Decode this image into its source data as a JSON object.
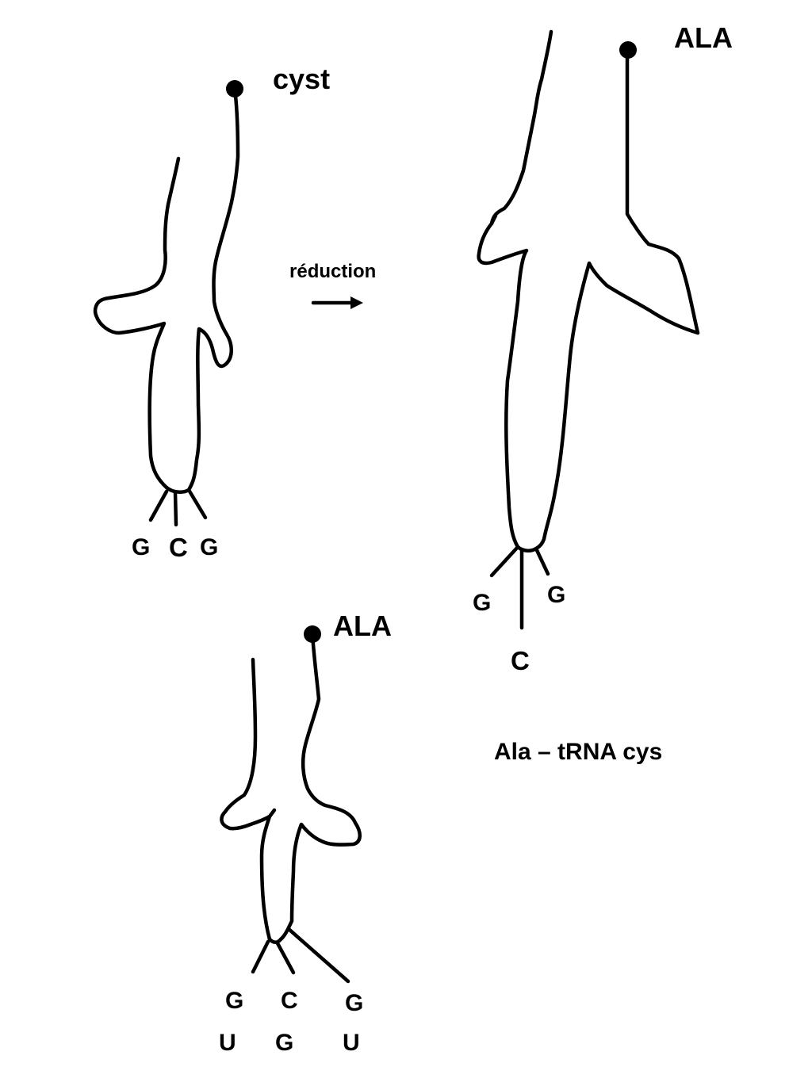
{
  "cys_trna": {
    "amino_acid": "cyst",
    "anticodon": [
      "G",
      "C",
      "G"
    ]
  },
  "reaction": {
    "label": "réduction"
  },
  "ala_trna_cys": {
    "amino_acid": "ALA",
    "anticodon": [
      "G",
      "C",
      "G"
    ],
    "caption": "Ala – tRNA cys"
  },
  "ala_trna_bottom": {
    "amino_acid": "ALA",
    "anticodon": [
      "G",
      "C",
      "G"
    ],
    "codon": [
      "U",
      "G",
      "U"
    ]
  }
}
